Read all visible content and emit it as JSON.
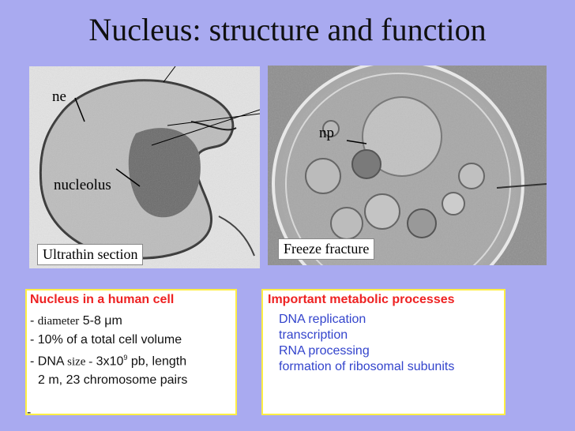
{
  "title": "Nucleus: structure and  function",
  "labels": {
    "ne": "ne",
    "nucleolus": "nucleolus",
    "np": "np",
    "ultrathin": "Ultrathin section",
    "freeze": "Freeze fracture"
  },
  "left_panel": {
    "title": "Nucleus in a human cell",
    "diameter_word": "diameter",
    "diameter_value": "5-8 μm",
    "volume": "10% of a total cell volume",
    "dna_word": "DNA",
    "size_word": "size -",
    "dna_value": "3x10",
    "dna_exp": "9",
    "dna_rest": "pb, length",
    "length_line": "2 m, 23 chromosome pairs",
    "dash_prefix": "- ",
    "trailing_dash": "-"
  },
  "right_panel": {
    "title": "Important metabolic processes",
    "items": [
      "DNA replication",
      "transcription",
      "RNA processing",
      "formation of ribosomal subunits"
    ]
  }
}
